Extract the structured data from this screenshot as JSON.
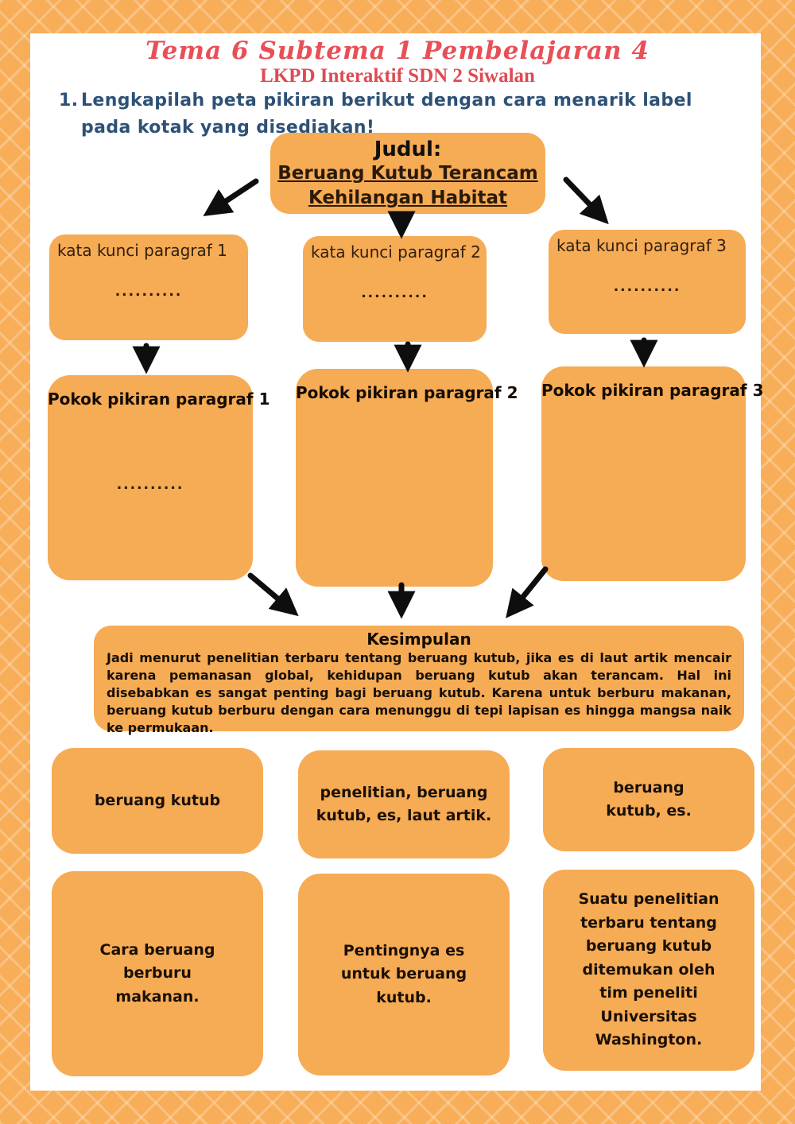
{
  "header": {
    "title": "Tema 6 Subtema 1 Pembelajaran 4",
    "subtitle": "LKPD Interaktif SDN 2 Siwalan",
    "instruction_number": "1.",
    "instruction": "Lengkapilah peta pikiran berikut dengan cara menarik label pada kotak yang disediakan!"
  },
  "mindmap": {
    "judul": {
      "heading": "Judul:",
      "title_line1": "Beruang Kutub Terancam",
      "title_line2": "Kehilangan Habitat"
    },
    "kata_kunci": [
      {
        "label": "kata kunci paragraf 1",
        "dots": ".........."
      },
      {
        "label": "kata kunci paragraf 2",
        "dots": ".........."
      },
      {
        "label": "kata kunci paragraf 3",
        "dots": ".........."
      }
    ],
    "pokok_pikiran": [
      {
        "label": "Pokok pikiran paragraf 1",
        "dots": ".........."
      },
      {
        "label": "Pokok pikiran paragraf 2",
        "dots": ""
      },
      {
        "label": "Pokok pikiran paragraf 3",
        "dots": ""
      }
    ],
    "kesimpulan": {
      "heading": "Kesimpulan",
      "body": "Jadi menurut penelitian terbaru tentang beruang kutub, jika es di laut artik mencair karena pemanasan global, kehidupan beruang kutub akan terancam. Hal ini disebabkan es sangat penting bagi beruang kutub. Karena untuk berburu makanan, beruang kutub berburu dengan cara menunggu di tepi lapisan es hingga mangsa naik ke permukaan."
    }
  },
  "labels": [
    "beruang kutub",
    "penelitian, beruang kutub, es, laut artik.",
    "beruang kutub, es.",
    "Cara beruang berburu makanan.",
    "Pentingnya es untuk beruang kutub.",
    "Suatu penelitian terbaru tentang beruang kutub ditemukan oleh tim peneliti Universitas Washington."
  ],
  "colors": {
    "box_orange": "#f6ab55",
    "pattern_orange": "#f8ae58",
    "title_red": "#e84f57",
    "subtitle_red": "#df4a51",
    "instruction_blue": "#2d5176",
    "arrow_black": "#0e0e0e"
  }
}
